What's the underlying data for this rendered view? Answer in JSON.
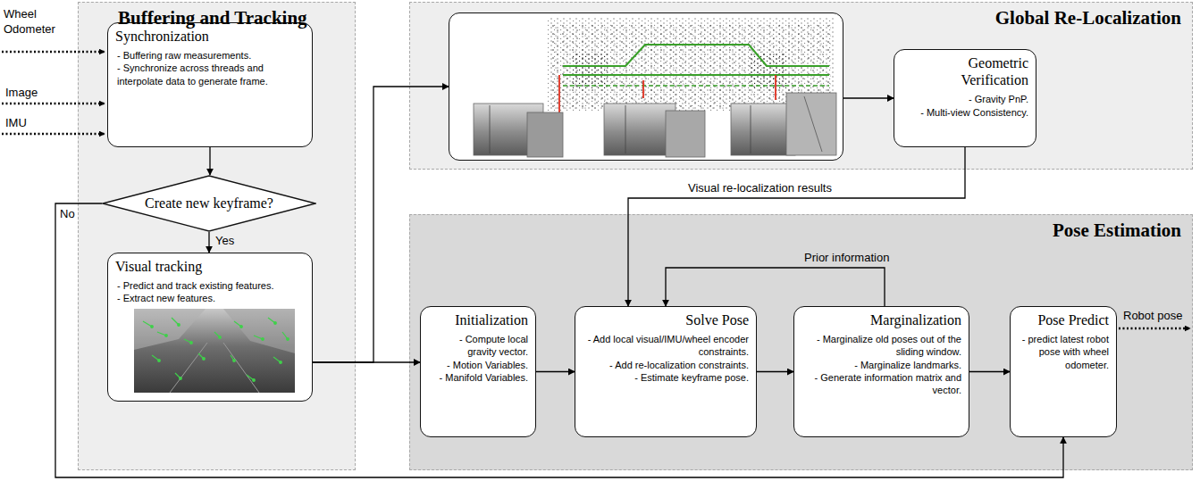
{
  "diagram": {
    "nodes": [
      {
        "text": [
          "Buffering and Tracking"
        ]
      },
      {
        "text": [
          "Synchronization",
          "- Buffering raw measurements.",
          "- Synchronize across threads and interpolate data to generate frame."
        ],
        "in": 0
      },
      {
        "text": [
          "Create new keyframe?"
        ],
        "in": 0
      },
      {
        "text": [
          "Visual tracking",
          "- Predict and track existing features.",
          "- Extract new features."
        ],
        "in": 0
      },
      {
        "text": [
          "Global Re-Localization"
        ]
      },
      {
        "text": [],
        "in": 4
      },
      {
        "text": [
          "Geometric Verification",
          "- Gravity PnP.",
          "- Multi-view Consistency."
        ],
        "in": 4
      },
      {
        "text": [
          "Pose Estimation"
        ]
      },
      {
        "text": [
          "Initialization",
          "- Compute local gravity vector.",
          "- Motion Variables.",
          "- Manifold Variables."
        ],
        "in": 7
      },
      {
        "text": [
          "Solve Pose",
          "- Add local visual/IMU/wheel encoder constraints.",
          "- Add re-localization constraints.",
          "- Estimate keyframe pose."
        ],
        "in": 7
      },
      {
        "text": [
          "Marginalization",
          "- Marginalize old poses out of the sliding window.",
          "- Marginalize landmarks.",
          "- Generate information matrix and vector."
        ],
        "in": 7
      },
      {
        "text": [
          "Pose Predict",
          "- predict latest robot pose with wheel odometer."
        ],
        "in": 7
      }
    ],
    "edges": [
      {
        "from": 1,
        "to": 2,
        "arrow": "to"
      },
      {
        "from": 2,
        "to": 3,
        "arrow": "to",
        "label": "Yes"
      },
      {
        "from": 2,
        "to": 11,
        "arrow": "to",
        "label": "No"
      },
      {
        "from": 3,
        "to": 5,
        "arrow": "to"
      },
      {
        "from": 3,
        "to": 8,
        "arrow": "to"
      },
      {
        "from": 5,
        "to": 6,
        "arrow": "to"
      },
      {
        "from": 6,
        "to": 9,
        "arrow": "to",
        "label": "Visual re-localization results"
      },
      {
        "from": 8,
        "to": 9,
        "arrow": "to"
      },
      {
        "from": 9,
        "to": 10,
        "arrow": "to"
      },
      {
        "from": 10,
        "to": 9,
        "arrow": "to",
        "label": "Prior information"
      },
      {
        "from": 10,
        "to": 11,
        "arrow": "to"
      }
    ],
    "labels": [
      "Wheel Odometer",
      "Image",
      "IMU",
      "Robot pose"
    ]
  }
}
